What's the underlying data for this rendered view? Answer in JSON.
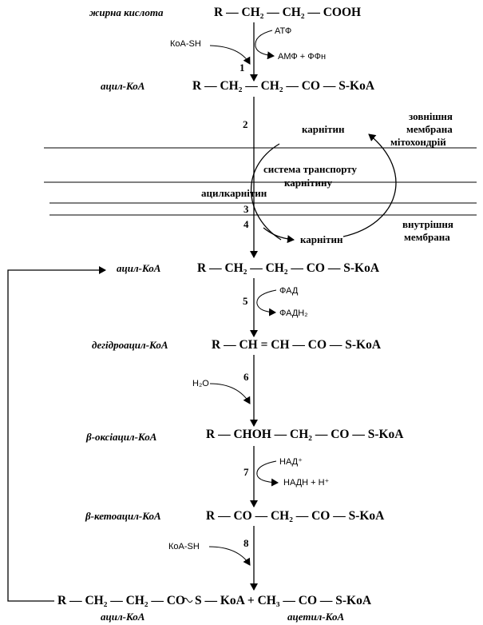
{
  "fatty_acid": {
    "label": "жирна кислота",
    "formula": "R — CH₂ — CH₂ — COOH"
  },
  "step1": {
    "num": "1",
    "in": "КоА-SH",
    "cof_in": "АТФ",
    "cof_out": "АМФ + ФФн"
  },
  "acyl_coa_1": {
    "label": "ацил-КоА",
    "formula": "R — CH₂ — CH₂ — CO — S-KoA"
  },
  "step2": {
    "num": "2"
  },
  "carnitine_top": "карнітин",
  "outer_membrane": {
    "line1": "зовнішня",
    "line2": "мембрана",
    "line3": "мітохондрій"
  },
  "transport": {
    "line1": "система транспорту",
    "line2": "карнітину"
  },
  "acylcarnitine": "ацилкарнітин",
  "step3": {
    "num": "3"
  },
  "step4": {
    "num": "4"
  },
  "inner_membrane": {
    "line1": "внутрішня",
    "line2": "мембрана"
  },
  "carnitine_bottom": "карнітин",
  "acyl_coa_2": {
    "label": "ацил-КоА",
    "formula": "R — CH₂ — CH₂ — CO — S-KoA"
  },
  "step5": {
    "num": "5",
    "cof_in": "ФАД",
    "cof_out": "ФАДН₂"
  },
  "dehydroacyl": {
    "label": "дегідроацил-КоА",
    "formula": "R — CH = CH — CO — S-KoA"
  },
  "step6": {
    "num": "6",
    "in": "H₂O"
  },
  "oxyacyl": {
    "label": "β-оксіацил-КоА",
    "formula": "R — CHOH — CH₂ — CO — S-KoA"
  },
  "step7": {
    "num": "7",
    "cof_in": "НАД⁺",
    "cof_out": "НАДН + Н⁺"
  },
  "ketoacyl": {
    "label": "β-кетоацил-КоА",
    "formula": "R — CO — CH₂ — CO — S-KoA"
  },
  "step8": {
    "num": "8",
    "in": "КоА-SH"
  },
  "products": {
    "formula_left": "R — CH₂ — CH₂ — CO",
    "formula_mid": "S — KoA  +  CH₃ — CO — S-KoA",
    "label_left": "ацил-КоА",
    "label_right": "ацетил-КоА"
  }
}
